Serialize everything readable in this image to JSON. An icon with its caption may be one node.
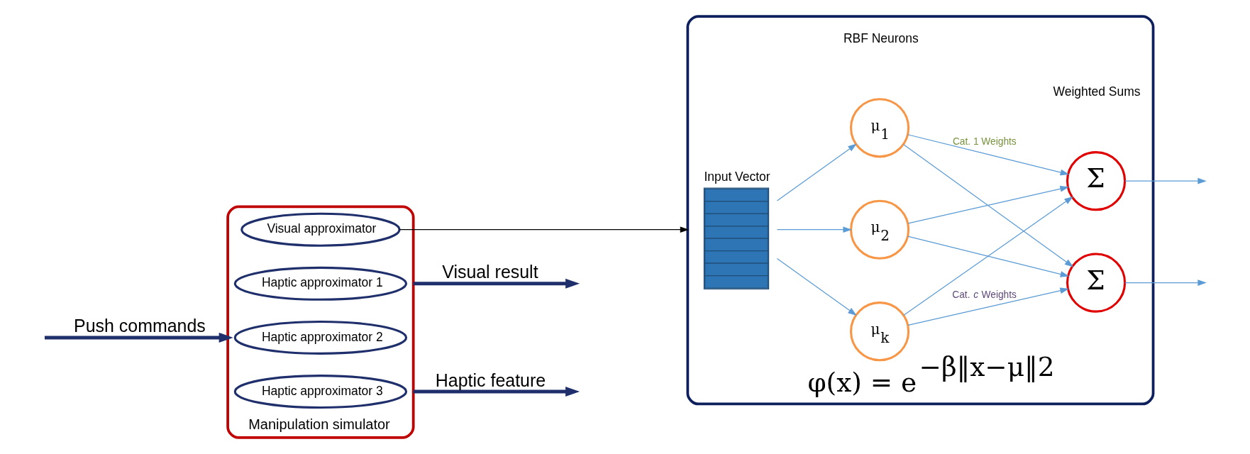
{
  "diagram": {
    "nodes": [
      {
        "text": [
          "Manipulation simulator"
        ]
      },
      {
        "text": [
          "Visual approximator"
        ],
        "in": 0
      },
      {
        "text": [
          "Haptic approximator 1"
        ],
        "in": 0
      },
      {
        "text": [
          "Haptic approximator 2"
        ],
        "in": 0
      },
      {
        "text": [
          "Haptic approximator 3"
        ],
        "in": 0
      },
      {
        "text": [
          "φ(x) = e$^{−β‖x−μ‖2}$"
        ]
      },
      {
        "text": [
          "Input Vector"
        ],
        "in": 5
      },
      {
        "text": [
          "μ$_{1}$"
        ],
        "in": 5
      },
      {
        "text": [
          "μ$_{2}$"
        ],
        "in": 5
      },
      {
        "text": [
          "μ$_{k}$"
        ],
        "in": 5
      },
      {
        "text": [
          "Σ"
        ],
        "in": 5
      },
      {
        "text": [
          "Σ"
        ],
        "in": 5
      }
    ],
    "edges": [
      {
        "from": null,
        "to": 0,
        "arrow": "to",
        "label": "Push commands",
        "style": "thick",
        "color": "#1f2f6b"
      },
      {
        "from": 0,
        "to": null,
        "arrow": "to",
        "label": "Visual result",
        "style": "thick",
        "color": "#1f2f6b"
      },
      {
        "from": 0,
        "to": null,
        "arrow": "to",
        "label": "Haptic feature",
        "style": "thick",
        "color": "#1f2f6b"
      },
      {
        "from": 1,
        "to": 5,
        "arrow": "to",
        "color": "#000000"
      },
      {
        "from": 6,
        "to": 7,
        "arrow": "to"
      },
      {
        "from": 6,
        "to": 8,
        "arrow": "to"
      },
      {
        "from": 6,
        "to": 9,
        "arrow": "to"
      },
      {
        "from": 7,
        "to": 10,
        "arrow": "to",
        "label": "Cat. 1 Weights"
      },
      {
        "from": 7,
        "to": 11,
        "arrow": "to"
      },
      {
        "from": 8,
        "to": 10,
        "arrow": "to"
      },
      {
        "from": 8,
        "to": 11,
        "arrow": "to"
      },
      {
        "from": 9,
        "to": 10,
        "arrow": "to"
      },
      {
        "from": 9,
        "to": 11,
        "arrow": "to",
        "label": "Cat. *c* Weights"
      },
      {
        "from": 10,
        "to": null,
        "arrow": "to"
      },
      {
        "from": 11,
        "to": null,
        "arrow": "to"
      }
    ],
    "labels": [
      "RBF Neurons",
      "Weighted Sums"
    ]
  }
}
